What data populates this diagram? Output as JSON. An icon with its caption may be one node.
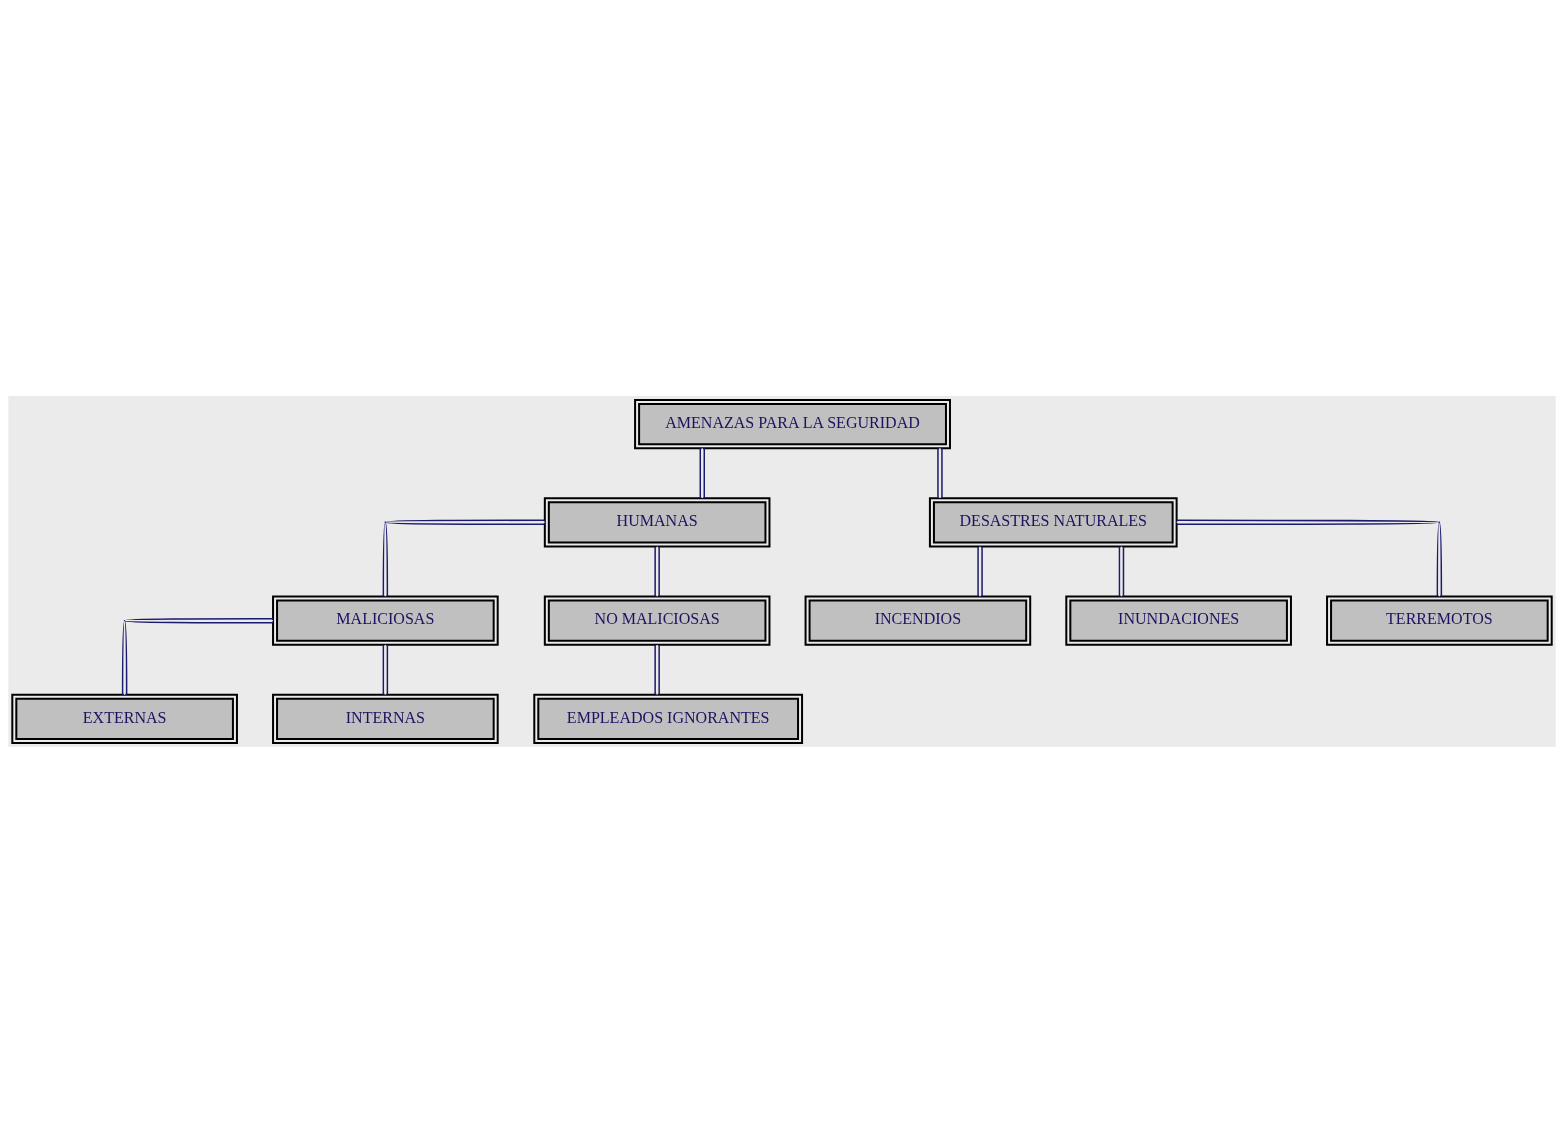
{
  "diagram": {
    "nodes": [
      {
        "text": [
          "AMENAZAS PARA LA SEGURIDAD"
        ]
      },
      {
        "text": [
          "HUMANAS"
        ]
      },
      {
        "text": [
          "DESASTRES NATURALES"
        ]
      },
      {
        "text": [
          "MALICIOSAS"
        ]
      },
      {
        "text": [
          "EXTERNAS"
        ]
      },
      {
        "text": [
          "INTERNAS"
        ]
      },
      {
        "text": [
          "NO MALICIOSAS"
        ]
      },
      {
        "text": [
          "EMPLEADOS IGNORANTES"
        ]
      },
      {
        "text": [
          "INCENDIOS"
        ]
      },
      {
        "text": [
          "INUNDACIONES"
        ]
      },
      {
        "text": [
          "TERREMOTOS"
        ]
      }
    ],
    "edges": [
      {
        "from": 0,
        "to": 1,
        "arrow": "none"
      },
      {
        "from": 0,
        "to": 2,
        "arrow": "none"
      },
      {
        "from": 1,
        "to": 3,
        "arrow": "none"
      },
      {
        "from": 1,
        "to": 6,
        "arrow": "none"
      },
      {
        "from": 3,
        "to": 4,
        "arrow": "none"
      },
      {
        "from": 3,
        "to": 5,
        "arrow": "none"
      },
      {
        "from": 6,
        "to": 7,
        "arrow": "none"
      },
      {
        "from": 2,
        "to": 8,
        "arrow": "none"
      },
      {
        "from": 2,
        "to": 9,
        "arrow": "none"
      },
      {
        "from": 2,
        "to": 10,
        "arrow": "none"
      }
    ]
  }
}
